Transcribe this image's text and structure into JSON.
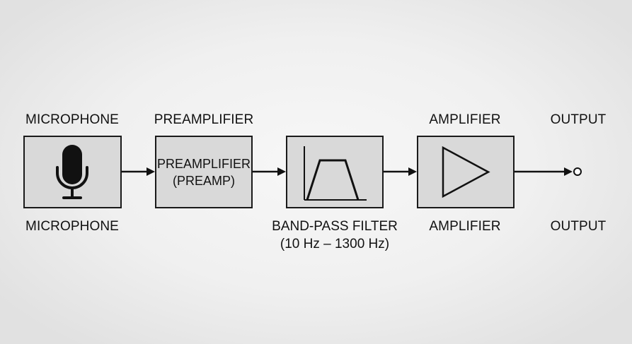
{
  "blocks": {
    "microphone": {
      "top_label": "MICROPHONE",
      "bottom_label": "MICROPHONE"
    },
    "preamplifier": {
      "top_label": "PREAMPLIFIER",
      "inner_line1": "PREAMPLIFIER",
      "inner_line2": "(PREAMP)"
    },
    "band_pass_filter": {
      "bottom_line1": "BAND-PASS FILTER",
      "bottom_line2": "(10 Hz – 1300 Hz)"
    },
    "amplifier": {
      "top_label": "AMPLIFIER",
      "bottom_label": "AMPLIFIER"
    },
    "output": {
      "top_label": "OUTPUT",
      "bottom_label": "OUTPUT"
    }
  },
  "colors": {
    "block_fill": "#d9d9d9",
    "stroke": "#1a1a1a",
    "background": "#f0f0f0"
  }
}
